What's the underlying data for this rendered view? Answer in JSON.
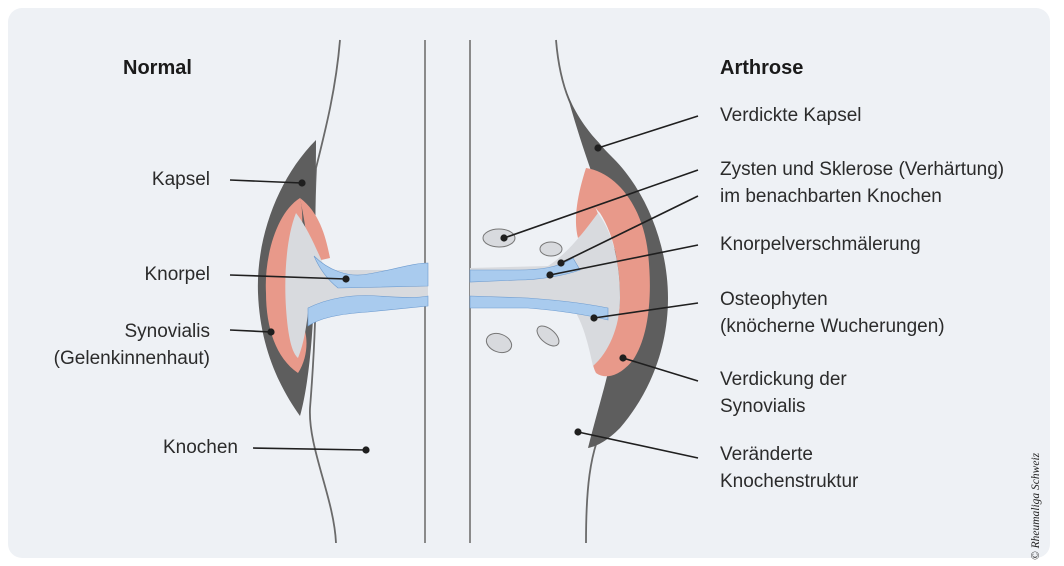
{
  "headings": {
    "normal": "Normal",
    "arthrose": "Arthrose"
  },
  "left_labels": {
    "kapsel": "Kapsel",
    "knorpel": "Knorpel",
    "synovialis_line1": "Synovialis",
    "synovialis_line2": "(Gelenkinnenhaut)",
    "knochen": "Knochen"
  },
  "right_labels": {
    "verdickte_kapsel": "Verdickte Kapsel",
    "zysten_line1": "Zysten und Sklerose (Verhärtung)",
    "zysten_line2": "im benachbarten Knochen",
    "knorpelverschmaelerung": "Knorpelverschmälerung",
    "osteophyten_line1": "Osteophyten",
    "osteophyten_line2": "(knöcherne Wucherungen)",
    "verdickung_line1": "Verdickung der",
    "verdickung_line2": "Synovialis",
    "veraenderte_line1": "Veränderte",
    "veraenderte_line2": "Knochenstruktur"
  },
  "credit": "© Rheumaliga Schweiz",
  "colors": {
    "background": "#eef1f5",
    "capsule": "#5e5e5e",
    "synovium": "#e8998a",
    "cartilage": "#a9cbee",
    "bone": "#d8dade",
    "outline": "#6a6a6a"
  }
}
